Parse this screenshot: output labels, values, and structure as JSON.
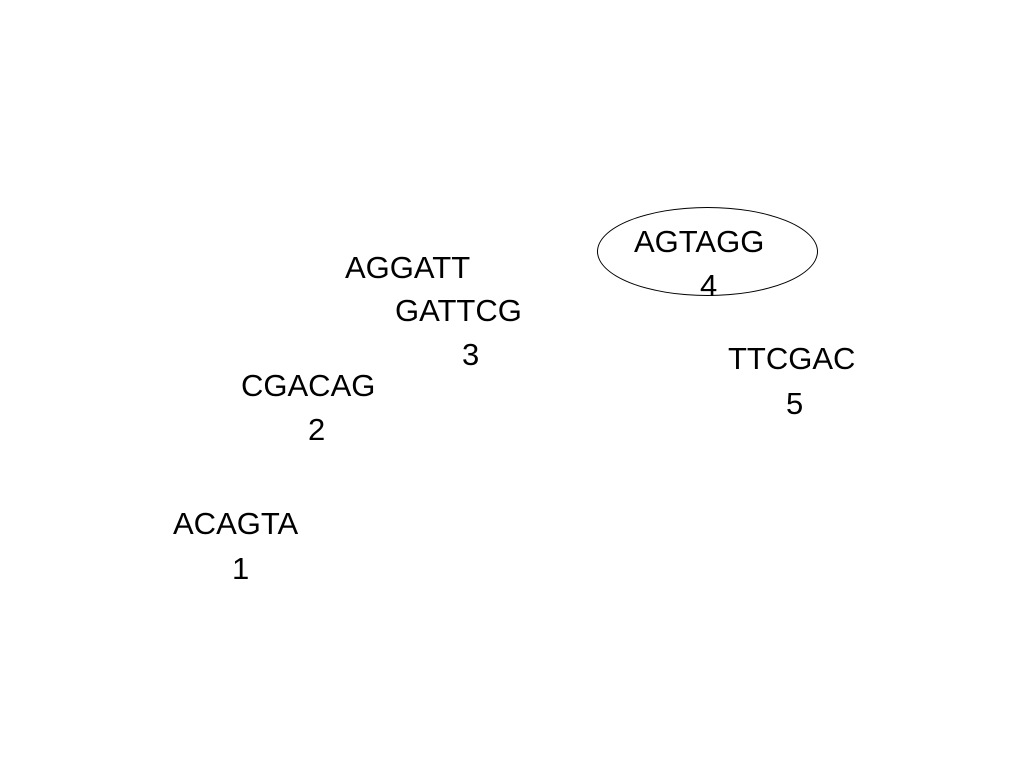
{
  "nodes": {
    "n1": {
      "sequence": "ACAGTA",
      "number": "1"
    },
    "n2": {
      "sequence": "CGACAG",
      "number": "2"
    },
    "n3": {
      "sequences": [
        "AGGATT",
        "GATTCG"
      ],
      "number": "3"
    },
    "n4": {
      "sequence": "AGTAGG",
      "number": "4",
      "highlighted": true
    },
    "n5": {
      "sequence": "TTCGAC",
      "number": "5"
    }
  },
  "colors": {
    "text": "#000000",
    "background": "#ffffff",
    "outline": "#000000"
  }
}
